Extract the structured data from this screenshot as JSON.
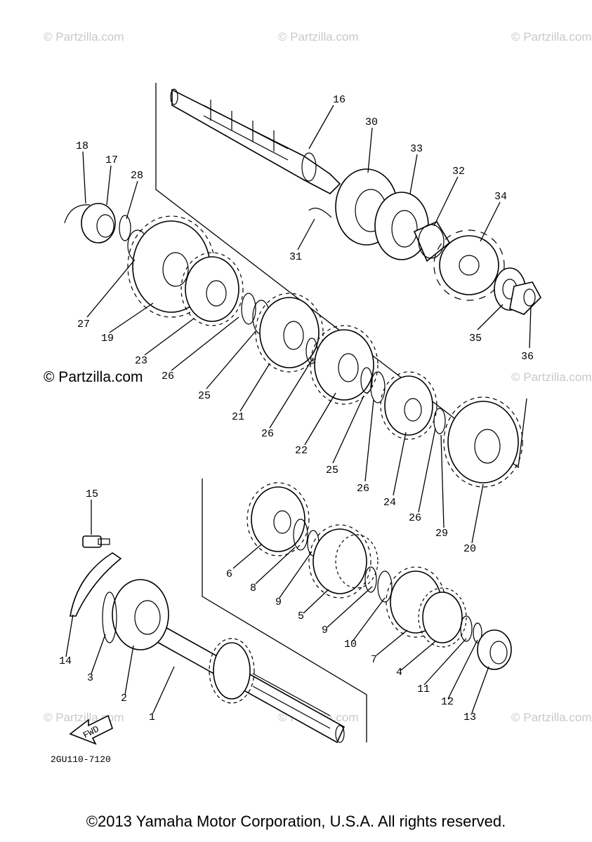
{
  "watermark": "© Partzilla.com",
  "diagram_code": "2GU110-7120",
  "fwd_label": "FWD",
  "copyright": "©2013 Yamaha Motor Corporation, U.S.A. All rights reserved.",
  "callouts": [
    "1",
    "2",
    "3",
    "4",
    "5",
    "6",
    "7",
    "8",
    "9",
    "9",
    "10",
    "11",
    "12",
    "13",
    "14",
    "15",
    "16",
    "17",
    "18",
    "19",
    "20",
    "21",
    "22",
    "23",
    "24",
    "25",
    "25",
    "26",
    "26",
    "26",
    "26",
    "27",
    "28",
    "29",
    "30",
    "31",
    "32",
    "33",
    "34",
    "35",
    "36"
  ]
}
